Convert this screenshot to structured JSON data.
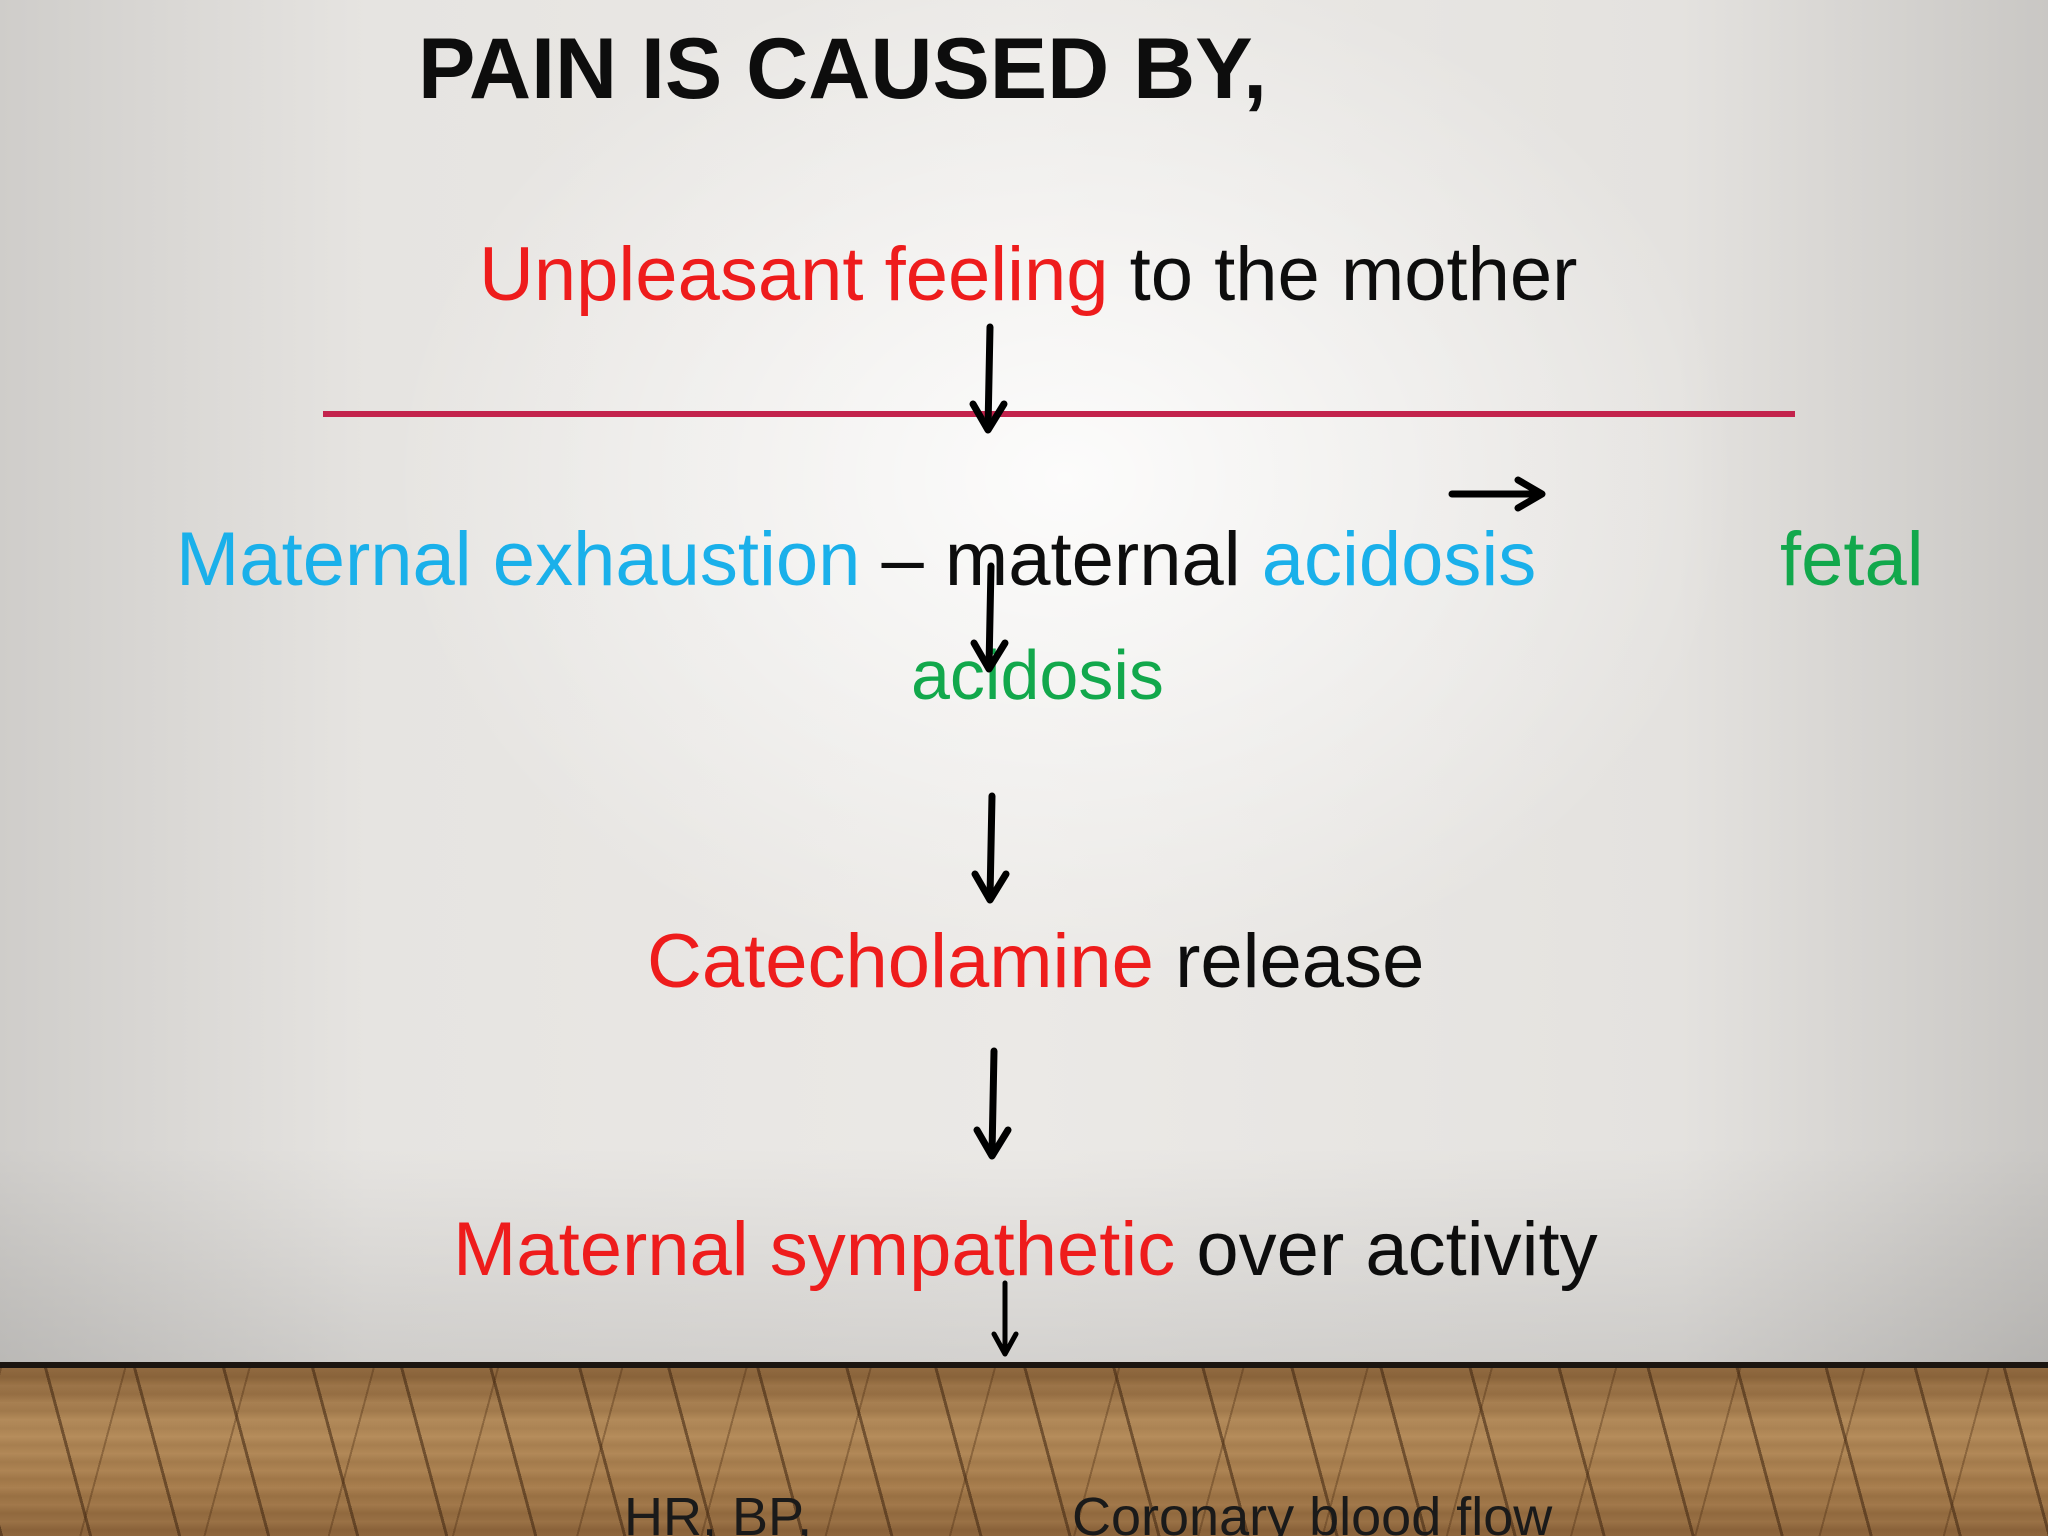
{
  "slide": {
    "title": "PAIN IS CAUSED BY,",
    "line1": {
      "red": "Unpleasant feeling",
      "black": " to the mother"
    },
    "line2": {
      "blue1": "Maternal exhaustion",
      "black": " – maternal ",
      "blue2": "acidosis"
    },
    "fetal": "fetal",
    "acidosis2": "acidosis",
    "line3": {
      "red": "Catecholamine",
      "black": " release"
    },
    "line4": {
      "red": "Maternal sympathetic",
      "black": " over activity"
    },
    "bottom_left": "HR,   BP,",
    "bottom_right": "Coronary blood flow"
  },
  "colors": {
    "red": "#ee1c1c",
    "blue": "#1ab0ea",
    "green": "#12a84c",
    "rule": "#c3234c"
  },
  "icons": [
    "down-arrow-icon",
    "right-arrow-icon"
  ]
}
